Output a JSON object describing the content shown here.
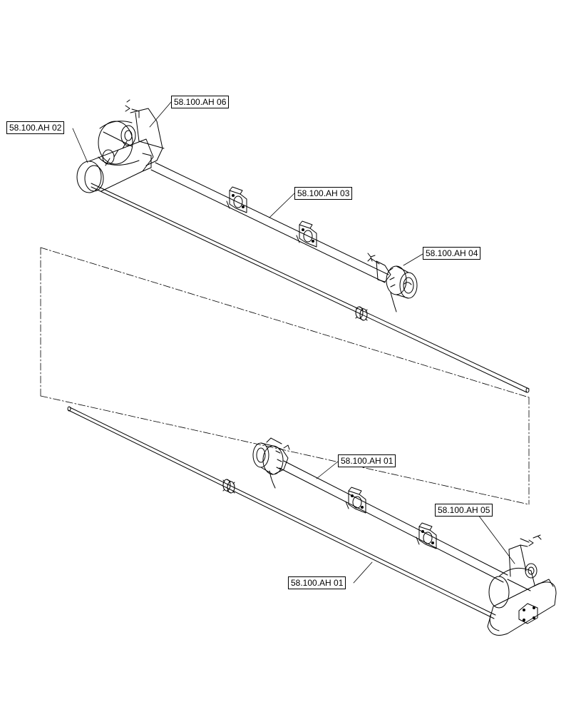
{
  "diagram": {
    "line_color": "#000000",
    "background": "#ffffff",
    "callouts": {
      "ah02": "58.100.AH 02",
      "ah06": "58.100.AH 06",
      "ah03": "58.100.AH 03",
      "ah04": "58.100.AH 04",
      "ah01_upper": "58.100.AH 01",
      "ah05": "58.100.AH 05",
      "ah01_lower": "58.100.AH 01"
    }
  }
}
